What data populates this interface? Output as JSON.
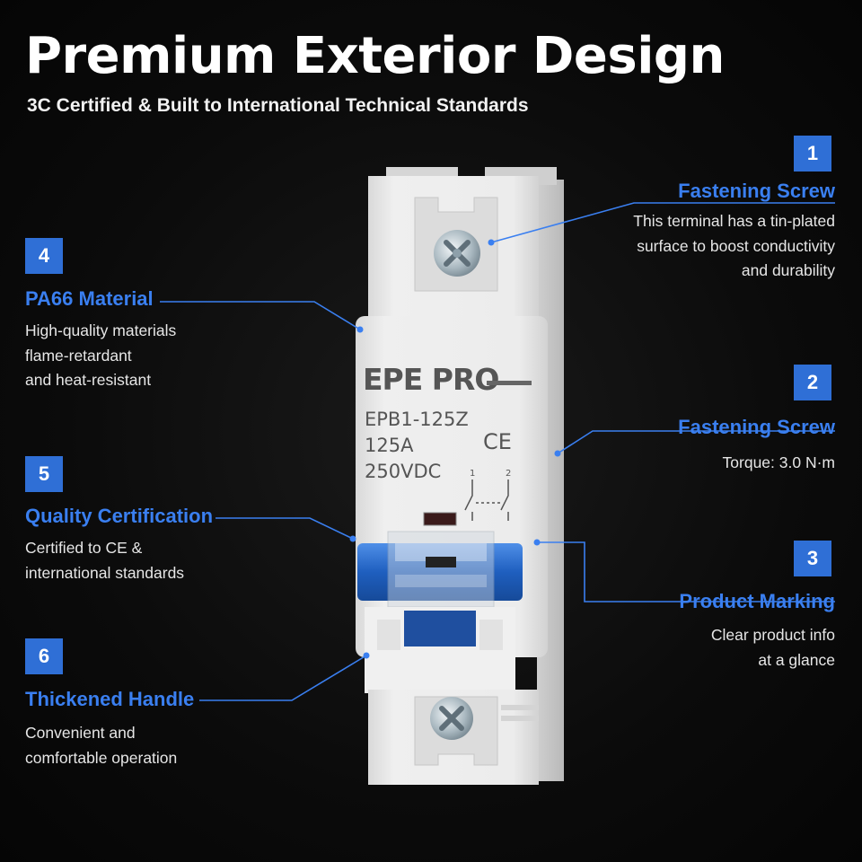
{
  "header": {
    "title": "Premium Exterior Design",
    "subtitle": "3C Certified & Built to International Technical Standards"
  },
  "features": [
    {
      "number": "1",
      "title": "Fastening Screw",
      "desc": [
        "This terminal has a tin-plated",
        "surface to boost conductivity",
        "and durability"
      ]
    },
    {
      "number": "2",
      "title": "Fastening Screw",
      "desc": [
        "Torque: 3.0 N·m"
      ]
    },
    {
      "number": "3",
      "title": "Product Marking",
      "desc": [
        "Clear product info",
        "at a glance"
      ]
    },
    {
      "number": "4",
      "title": "PA66 Material",
      "desc": [
        "High-quality materials",
        "flame-retardant",
        "and heat-resistant"
      ]
    },
    {
      "number": "5",
      "title": "Quality Certification",
      "desc": [
        "Certified to CE &",
        "international standards"
      ]
    },
    {
      "number": "6",
      "title": "Thickened Handle",
      "desc": [
        "Convenient and",
        "comfortable operation"
      ]
    }
  ],
  "device": {
    "brand": "EPE PRO",
    "model": "EPB1-125Z",
    "current": "125A",
    "voltage": "250VDC",
    "cert_mark": "CE",
    "pole_labels": [
      "1",
      "2"
    ]
  },
  "colors": {
    "accent": "#2f6fd6",
    "title_blue": "#3a7ff0",
    "handle_blue": "#1f5fbf",
    "housing": "#e9e9e9"
  }
}
